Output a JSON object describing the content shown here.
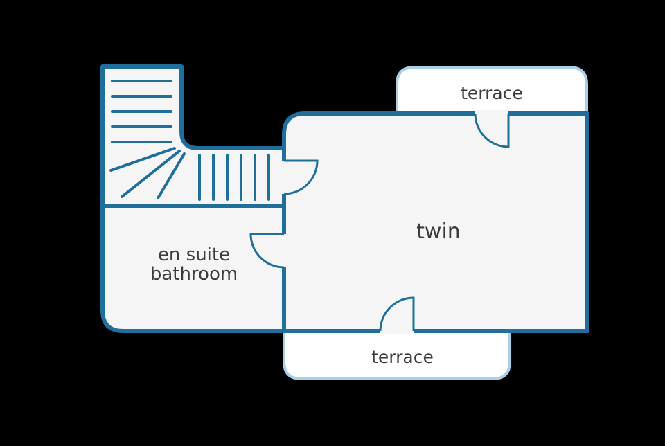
{
  "rooms": {
    "terrace_top": {
      "label": "terrace"
    },
    "terrace_bottom": {
      "label": "terrace"
    },
    "twin": {
      "label": "twin"
    },
    "bathroom": {
      "label_line1": "en suite",
      "label_line2": "bathroom"
    }
  },
  "colors": {
    "background": "#000000",
    "wall": "#1f6e9c",
    "terrace_border": "#a9d0e8",
    "room_fill": "#f5f5f5",
    "terrace_fill": "#ffffff",
    "label": "#3b3b3b"
  }
}
